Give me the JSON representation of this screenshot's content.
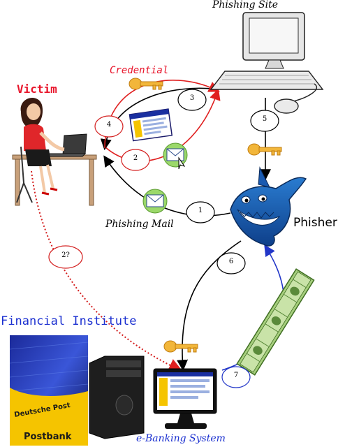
{
  "labels": {
    "phishing_site": "Phishing Site",
    "credential": "Credential",
    "victim": "Victim",
    "phisher": "Phisher",
    "phishing_mail": "Phishing Mail",
    "financial_institute": "Financial Institute",
    "ebanking_system": "e-Banking System"
  },
  "steps": [
    "1",
    "2",
    "3",
    "4",
    "5",
    "6",
    "7",
    "2?"
  ],
  "bank_sign": {
    "top": "Deutsche Post",
    "bottom": "Postbank"
  },
  "colors": {
    "victim": "#e8142a",
    "credential": "#e8142a",
    "financial": "#1a2fd0",
    "ebanking": "#1a2fd0",
    "red_arrow": "#e02020",
    "blue_arrow": "#2236c8",
    "black_arrow": "#000000",
    "key": "#f2b63a",
    "money": "#6aa84f",
    "bank_yellow": "#f5c400"
  },
  "icons": [
    "computer-icon",
    "key-icon",
    "email-icon",
    "shark-icon",
    "money-icon",
    "server-icon",
    "monitor-icon",
    "victim-icon",
    "bank-building-icon"
  ]
}
